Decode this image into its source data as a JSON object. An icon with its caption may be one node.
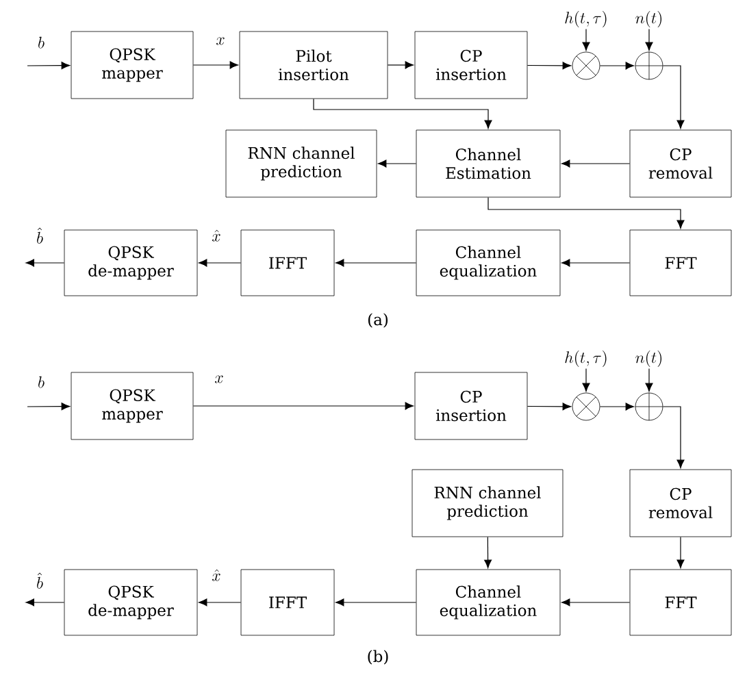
{
  "diagram": {
    "nodes": [
      {
        "text": [
          "h(t,\\tau)"
        ]
      },
      {
        "text": [
          "n(t)"
        ]
      },
      {
        "text": [
          "QPSK mapper"
        ]
      },
      {
        "text": [
          "Pilot insertion"
        ]
      },
      {
        "text": [
          "CP insertion"
        ]
      },
      {
        "text": [],
        "shape": "circle"
      },
      {
        "text": [],
        "shape": "circle"
      },
      {
        "text": [
          "RNN channel prediction"
        ]
      },
      {
        "text": [
          "Channel Estimation"
        ]
      },
      {
        "text": [
          "CP removal"
        ]
      },
      {
        "text": [
          "QPSK de-mapper"
        ]
      },
      {
        "text": [
          "IFFT"
        ]
      },
      {
        "text": [
          "Channel equalization"
        ]
      },
      {
        "text": [
          "FFT"
        ]
      },
      {
        "text": [
          "h(t,\\tau)"
        ]
      },
      {
        "text": [
          "n(t)"
        ]
      },
      {
        "text": [
          "QPSK mapper"
        ]
      },
      {
        "text": [
          "CP insertion"
        ]
      },
      {
        "text": [],
        "shape": "circle"
      },
      {
        "text": [],
        "shape": "circle"
      },
      {
        "text": [
          "RNN channel prediction"
        ]
      },
      {
        "text": [
          "CP removal"
        ]
      },
      {
        "text": [
          "QPSK de-mapper"
        ]
      },
      {
        "text": [
          "IFFT"
        ]
      },
      {
        "text": [
          "Channel equalization"
        ]
      },
      {
        "text": [
          "FFT"
        ]
      }
    ],
    "edges": [
      {
        "from": null,
        "to": 2,
        "arrow": "to",
        "label": "b"
      },
      {
        "from": 2,
        "to": 3,
        "arrow": "to",
        "label": "x"
      },
      {
        "from": 3,
        "to": 4,
        "arrow": "to"
      },
      {
        "from": 4,
        "to": 5,
        "arrow": "to"
      },
      {
        "from": 0,
        "to": 5,
        "arrow": "to"
      },
      {
        "from": 5,
        "to": 6,
        "arrow": "to"
      },
      {
        "from": 1,
        "to": 6,
        "arrow": "to"
      },
      {
        "from": 6,
        "to": 9,
        "arrow": "to"
      },
      {
        "from": 3,
        "to": 8,
        "arrow": "to"
      },
      {
        "from": 9,
        "to": 8,
        "arrow": "to"
      },
      {
        "from": 8,
        "to": 7,
        "arrow": "to"
      },
      {
        "from": 8,
        "to": 13,
        "arrow": "to"
      },
      {
        "from": 13,
        "to": 12,
        "arrow": "to"
      },
      {
        "from": 12,
        "to": 11,
        "arrow": "to"
      },
      {
        "from": 11,
        "to": 10,
        "arrow": "to",
        "label": "\\hat{x}"
      },
      {
        "from": 10,
        "to": null,
        "arrow": "to",
        "label": "\\hat{b}"
      },
      {
        "from": null,
        "to": 16,
        "arrow": "to",
        "label": "b"
      },
      {
        "from": 16,
        "to": 17,
        "arrow": "to",
        "label": "x"
      },
      {
        "from": 17,
        "to": 18,
        "arrow": "to"
      },
      {
        "from": 18,
        "to": 19,
        "arrow": "to"
      },
      {
        "from": 14,
        "to": 18,
        "arrow": "to"
      },
      {
        "from": 15,
        "to": 19,
        "arrow": "to"
      },
      {
        "from": 19,
        "to": 21,
        "arrow": "to"
      },
      {
        "from": 21,
        "to": 25,
        "arrow": "to"
      },
      {
        "from": 25,
        "to": 24,
        "arrow": "to"
      },
      {
        "from": 20,
        "to": 24,
        "arrow": "to"
      },
      {
        "from": 24,
        "to": 23,
        "arrow": "to"
      },
      {
        "from": 23,
        "to": 22,
        "arrow": "to",
        "label": "\\hat{x}"
      },
      {
        "from": 22,
        "to": null,
        "arrow": "to",
        "label": "\\hat{b}"
      }
    ],
    "labels": [
      "(a)",
      "(b)"
    ]
  }
}
